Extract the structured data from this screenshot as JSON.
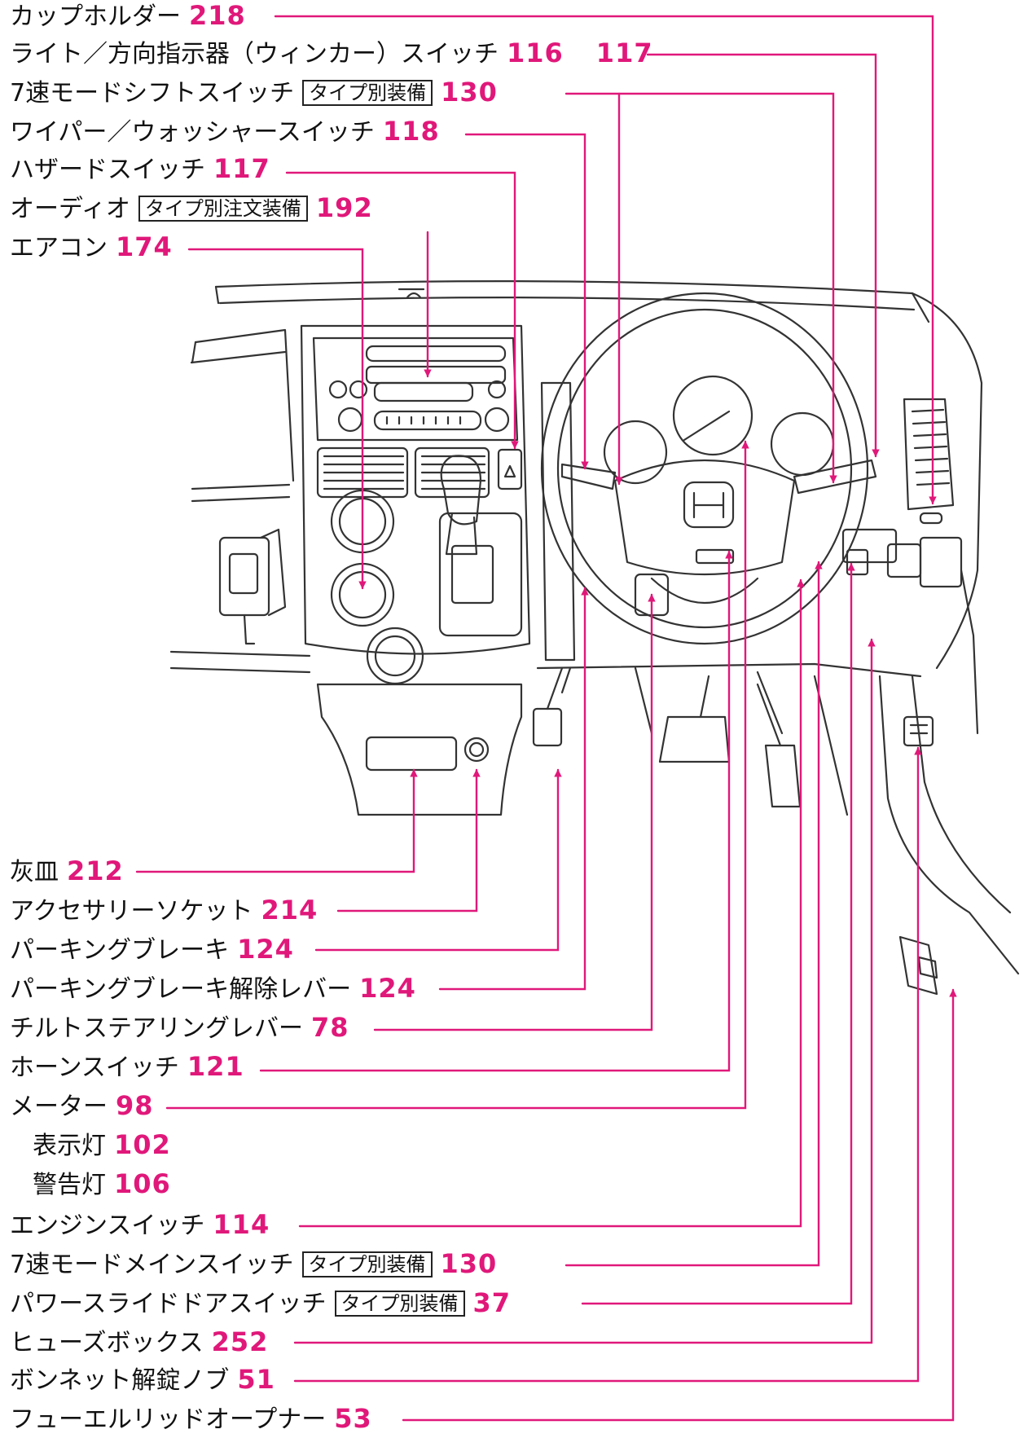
{
  "colors": {
    "accent": "#e0187a",
    "drawing": "#333333"
  },
  "labels": [
    {
      "id": "cup-holder",
      "text": "カップホルダー",
      "page": "218"
    },
    {
      "id": "light-switch",
      "text": "ライト／方向指示器（ウィンカー）スイッチ",
      "page": "116",
      "page2": "117"
    },
    {
      "id": "shift-switch",
      "text": "7速モードシフトスイッチ",
      "tag": "タイプ別装備",
      "page": "130"
    },
    {
      "id": "wiper-switch",
      "text": "ワイパー／ウォッシャースイッチ",
      "page": "118"
    },
    {
      "id": "hazard-switch",
      "text": "ハザードスイッチ",
      "page": "117"
    },
    {
      "id": "audio",
      "text": "オーディオ",
      "tag": "タイプ別注文装備",
      "page": "192"
    },
    {
      "id": "aircon",
      "text": "エアコン",
      "page": "174"
    },
    {
      "id": "ashtray",
      "text": "灰皿",
      "page": "212"
    },
    {
      "id": "accessory-socket",
      "text": "アクセサリーソケット",
      "page": "214"
    },
    {
      "id": "parking-brake",
      "text": "パーキングブレーキ",
      "page": "124"
    },
    {
      "id": "parking-brake-release",
      "text": "パーキングブレーキ解除レバー",
      "page": "124"
    },
    {
      "id": "tilt-lever",
      "text": "チルトステアリングレバー",
      "page": "78"
    },
    {
      "id": "horn-switch",
      "text": "ホーンスイッチ",
      "page": "121"
    },
    {
      "id": "meter",
      "text": "メーター",
      "page": "98"
    },
    {
      "id": "indicator-lamp",
      "text": "表示灯",
      "page": "102",
      "indent": true
    },
    {
      "id": "warning-lamp",
      "text": "警告灯",
      "page": "106",
      "indent": true
    },
    {
      "id": "engine-switch",
      "text": "エンジンスイッチ",
      "page": "114"
    },
    {
      "id": "main-switch",
      "text": "7速モードメインスイッチ",
      "tag": "タイプ別装備",
      "page": "130"
    },
    {
      "id": "slide-door-switch",
      "text": "パワースライドドアスイッチ",
      "tag": "タイプ別装備",
      "page": "37"
    },
    {
      "id": "fuse-box",
      "text": "ヒューズボックス",
      "page": "252"
    },
    {
      "id": "bonnet-knob",
      "text": "ボンネット解錠ノブ",
      "page": "51"
    },
    {
      "id": "fuel-lid-opener",
      "text": "フューエルリッドオープナー",
      "page": "53"
    }
  ]
}
